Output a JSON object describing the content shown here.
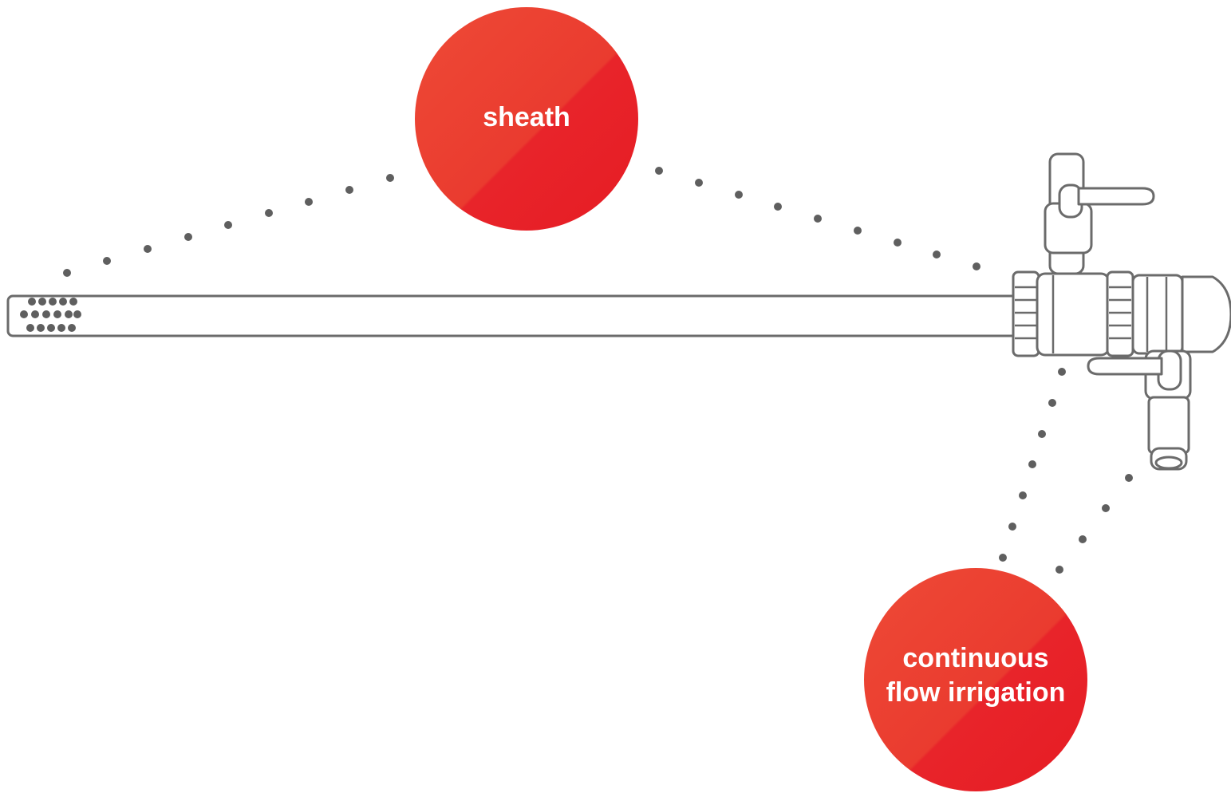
{
  "callouts": {
    "sheath": {
      "label": "sheath"
    },
    "irrigation": {
      "line1": "continuous",
      "line2": "flow irrigation"
    }
  },
  "colors": {
    "callout_fill": "#e8262a",
    "callout_highlight": "#ef4a36",
    "outline": "#6b6b6b",
    "dots": "#5f5f5f",
    "label_text": "#ffffff"
  },
  "icons": {
    "instrument": "resectoscope-sheath-illustration",
    "leader": "dotted-leader-line"
  }
}
